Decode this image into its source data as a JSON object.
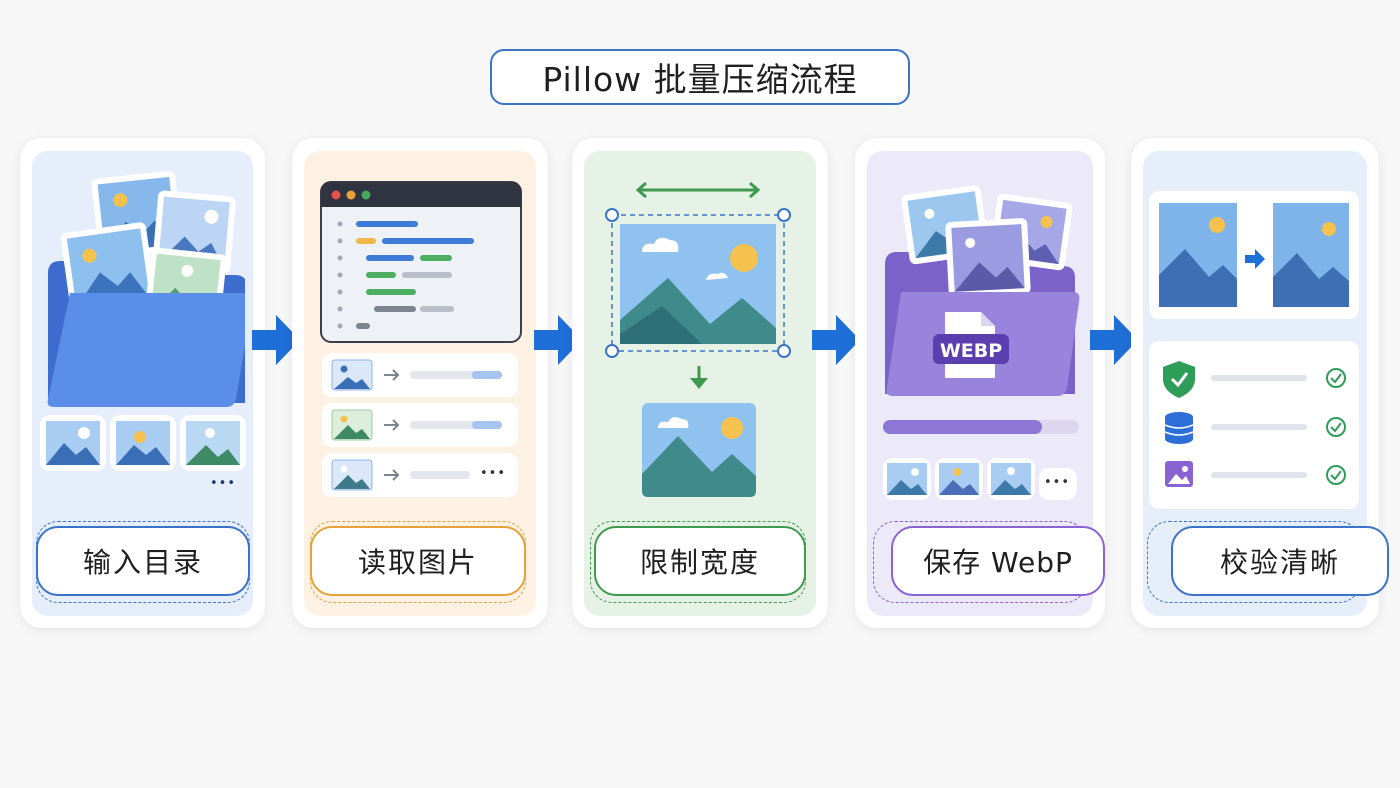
{
  "title": "Pillow 批量压缩流程",
  "colors": {
    "blue": "#3a73c8",
    "orange": "#e6a23a",
    "green": "#3f9a4f",
    "purple": "#8a63d2",
    "arrow": "#1f6fd8"
  },
  "steps": [
    {
      "label": "输入目录",
      "icon": "folder-with-images-icon"
    },
    {
      "label": "读取图片",
      "icon": "code-window-icon"
    },
    {
      "label": "限制宽度",
      "icon": "resize-image-icon"
    },
    {
      "label": "保存 WebP",
      "icon": "webp-folder-icon",
      "badge": "WEBP"
    },
    {
      "label": "校验清晰",
      "icon": "checklist-icon"
    }
  ],
  "more": "•••"
}
